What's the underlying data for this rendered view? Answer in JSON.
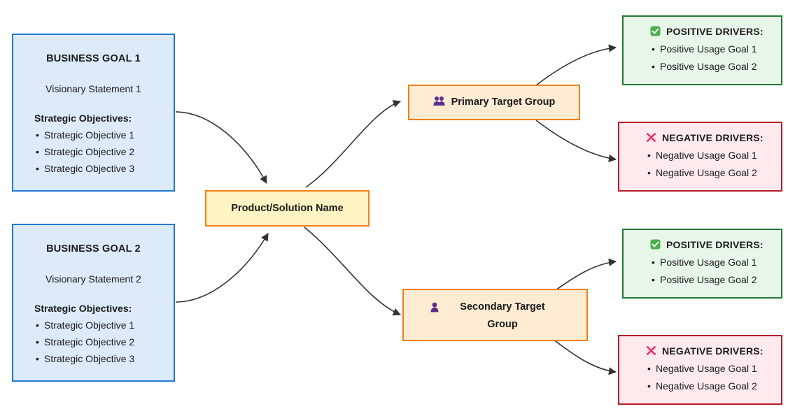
{
  "diagram": {
    "title": "Product Vision Board Flowchart",
    "colors": {
      "goal_fill": "#dceafa",
      "goal_border": "#1f7ad4",
      "product_fill": "#fdf3c3",
      "product_border": "#f07f17",
      "target_fill": "#fdebd2",
      "target_border": "#f07f17",
      "positive_fill": "#e8f5e9",
      "positive_border": "#1f7a33",
      "negative_fill": "#fdeaee",
      "negative_border": "#b81c27",
      "edge_stroke": "#333333",
      "icon_purple": "#5b2d8e",
      "icon_green": "#4caf50",
      "icon_pink": "#f0336b"
    }
  },
  "goals": [
    {
      "title": "BUSINESS GOAL 1",
      "vision": "Visionary Statement 1",
      "objectives_label": "Strategic Objectives:",
      "objectives": [
        "Strategic Objective 1",
        "Strategic Objective 2",
        "Strategic Objective 3"
      ]
    },
    {
      "title": "BUSINESS GOAL 2",
      "vision": "Visionary Statement 2",
      "objectives_label": "Strategic Objectives:",
      "objectives": [
        "Strategic Objective 1",
        "Strategic Objective 2",
        "Strategic Objective 3"
      ]
    }
  ],
  "product": {
    "label": "Product/Solution Name"
  },
  "targets": [
    {
      "label": "Primary Target Group",
      "icon": "users-icon"
    },
    {
      "label": "Secondary Target Group",
      "icon": "user-icon"
    }
  ],
  "drivers": [
    {
      "kind": "positive",
      "icon": "check-mark-icon",
      "heading": "POSITIVE DRIVERS:",
      "items": [
        "Positive Usage Goal 1",
        "Positive Usage Goal 2"
      ]
    },
    {
      "kind": "negative",
      "icon": "cross-mark-icon",
      "heading": "NEGATIVE DRIVERS:",
      "items": [
        "Negative Usage Goal 1",
        "Negative Usage Goal 2"
      ]
    },
    {
      "kind": "positive",
      "icon": "check-mark-icon",
      "heading": "POSITIVE DRIVERS:",
      "items": [
        "Positive Usage Goal 1",
        "Positive Usage Goal 2"
      ]
    },
    {
      "kind": "negative",
      "icon": "cross-mark-icon",
      "heading": "NEGATIVE DRIVERS:",
      "items": [
        "Negative Usage Goal 1",
        "Negative Usage Goal 2"
      ]
    }
  ]
}
